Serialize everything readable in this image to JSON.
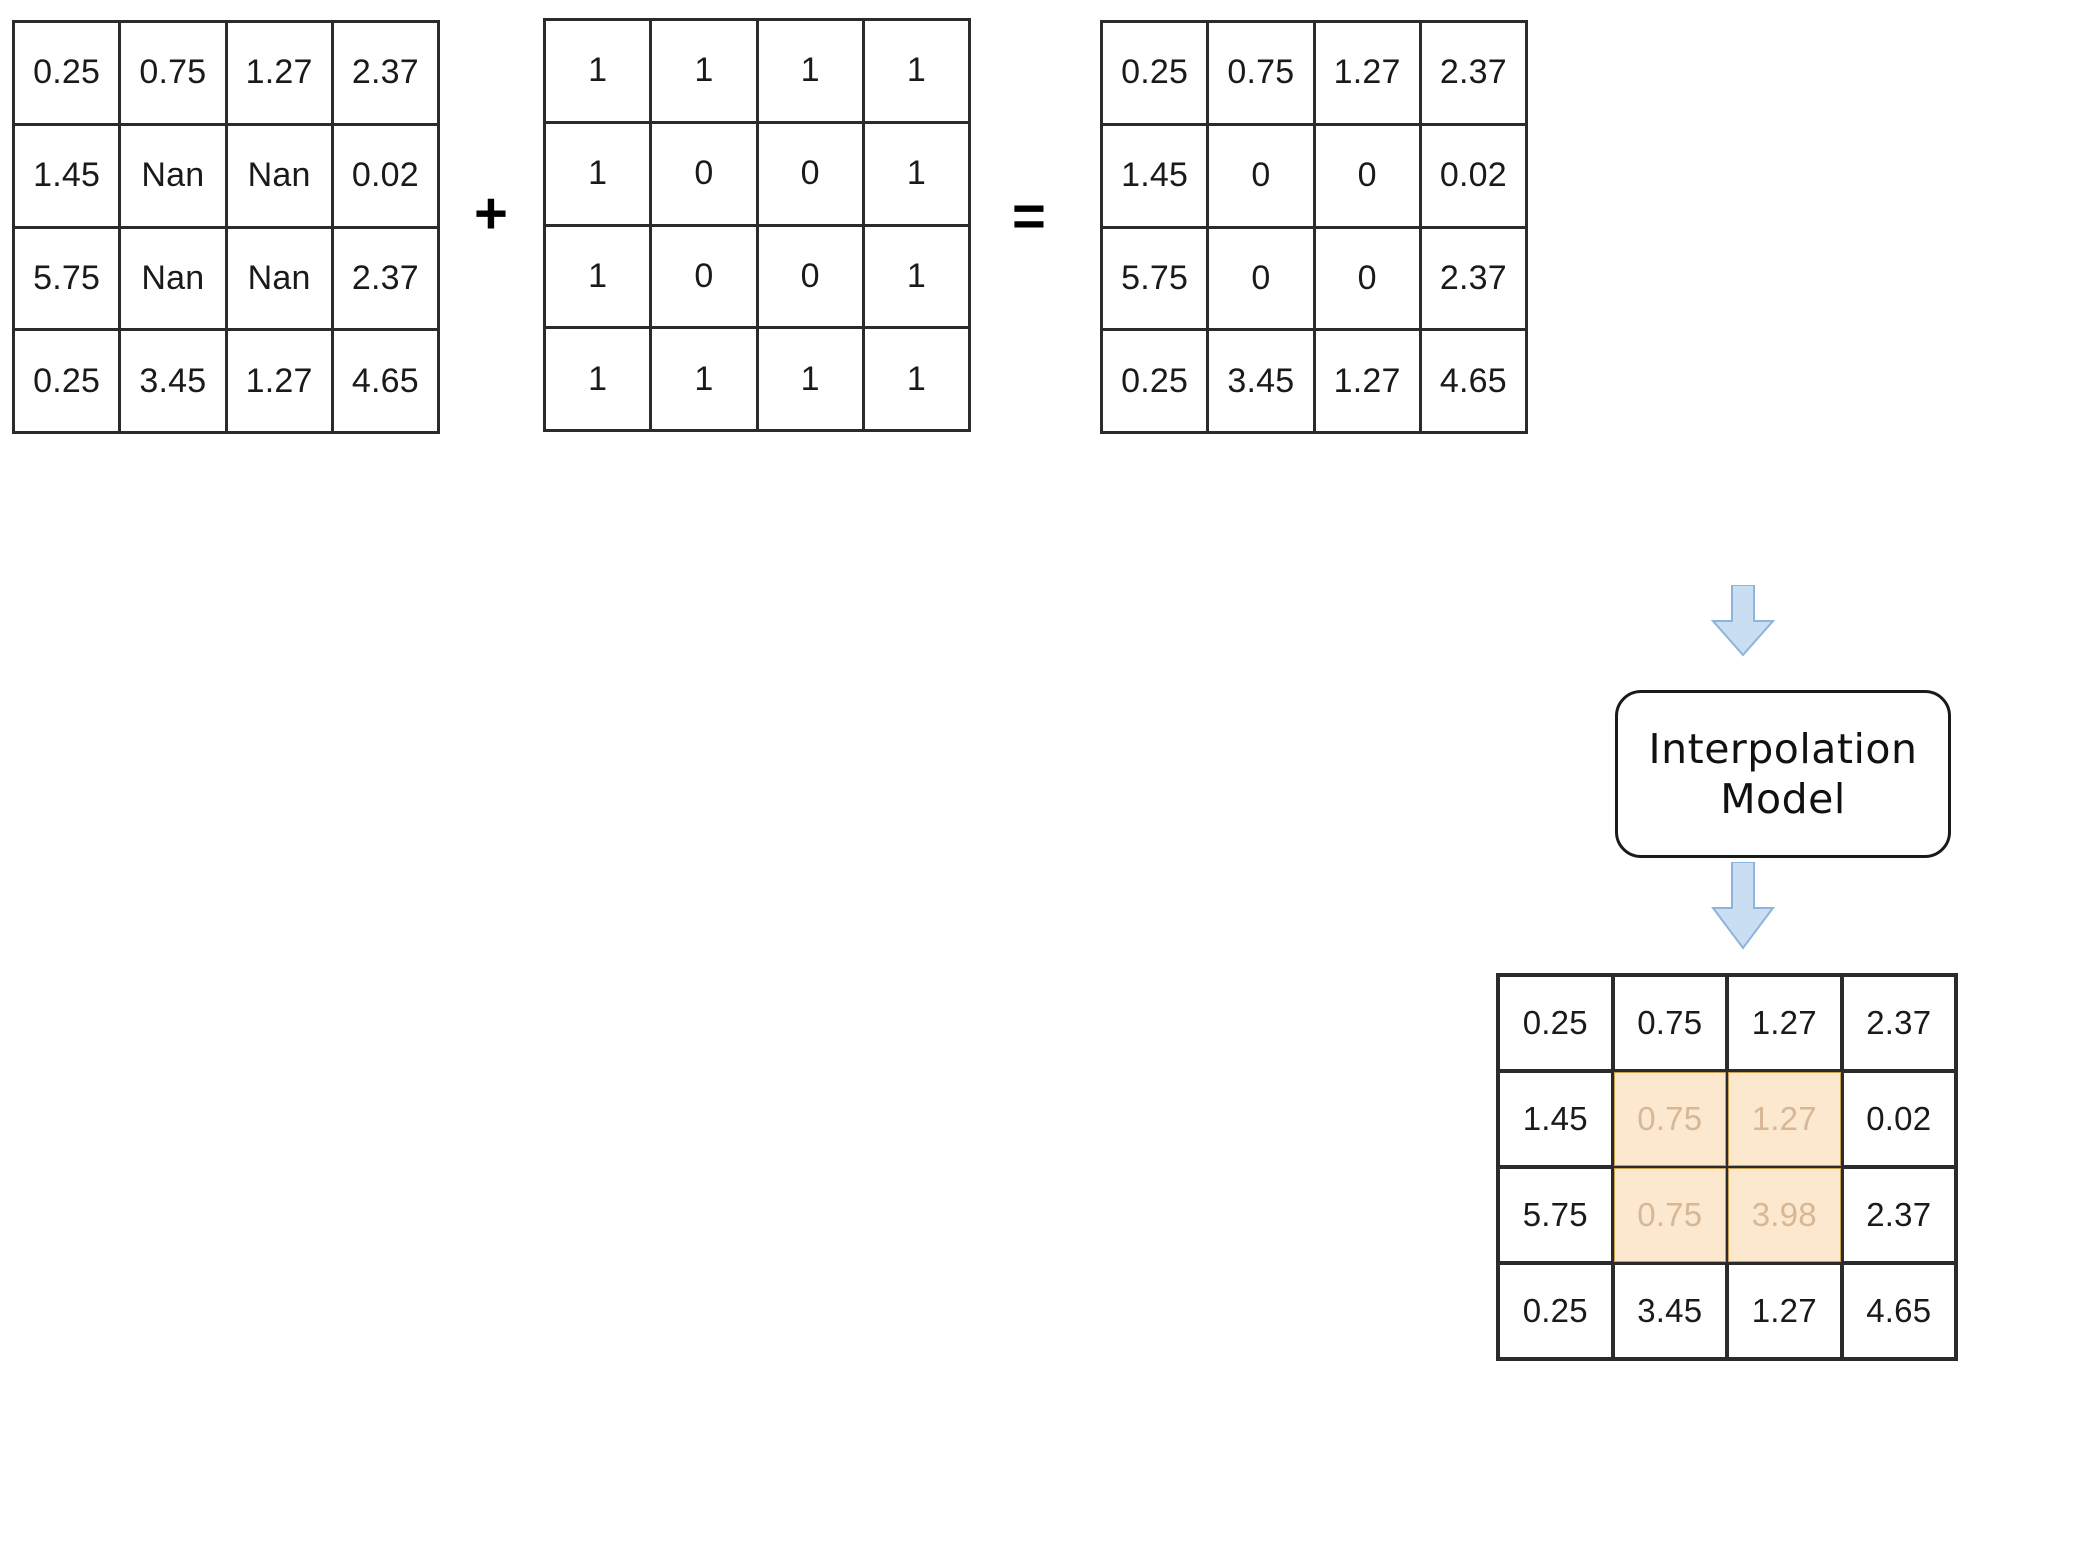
{
  "diagram": {
    "title": "Missing-value mask addition and interpolation model pipeline",
    "colors": {
      "grid_line": "#2b2b2b",
      "cell_text": "#1a1a1a",
      "filled_cell_background": "#fce8ce",
      "filled_cell_border": "#c9a04c",
      "filled_cell_text": "#d8b795",
      "arrow_fill": "#c9def2",
      "arrow_stroke": "#8fb4d9",
      "box_border": "#1a1a1a",
      "page_background": "#ffffff"
    }
  },
  "matrices": {
    "input": {
      "name": "input-matrix-with-nan",
      "rows": 4,
      "cols": 4,
      "values": [
        [
          "0.25",
          "0.75",
          "1.27",
          "2.37"
        ],
        [
          "1.45",
          "Nan",
          "Nan",
          "0.02"
        ],
        [
          "5.75",
          "Nan",
          "Nan",
          "2.37"
        ],
        [
          "0.25",
          "3.45",
          "1.27",
          "4.65"
        ]
      ]
    },
    "mask": {
      "name": "binary-mask-matrix",
      "rows": 4,
      "cols": 4,
      "values": [
        [
          "1",
          "1",
          "1",
          "1"
        ],
        [
          "1",
          "0",
          "0",
          "1"
        ],
        [
          "1",
          "0",
          "0",
          "1"
        ],
        [
          "1",
          "1",
          "1",
          "1"
        ]
      ]
    },
    "combined": {
      "name": "combined-matrix",
      "rows": 4,
      "cols": 4,
      "values": [
        [
          "0.25",
          "0.75",
          "1.27",
          "2.37"
        ],
        [
          "1.45",
          "0",
          "0",
          "0.02"
        ],
        [
          "5.75",
          "0",
          "0",
          "2.37"
        ],
        [
          "0.25",
          "3.45",
          "1.27",
          "4.65"
        ]
      ]
    },
    "output": {
      "name": "interpolated-output-matrix",
      "rows": 4,
      "cols": 4,
      "values": [
        [
          "0.25",
          "0.75",
          "1.27",
          "2.37"
        ],
        [
          "1.45",
          "0.75",
          "1.27",
          "0.02"
        ],
        [
          "5.75",
          "0.75",
          "3.98",
          "2.37"
        ],
        [
          "0.25",
          "3.45",
          "1.27",
          "4.65"
        ]
      ],
      "filled_cells": [
        [
          1,
          1
        ],
        [
          1,
          2
        ],
        [
          2,
          1
        ],
        [
          2,
          2
        ]
      ]
    }
  },
  "operators": {
    "plus": "+",
    "equals": "="
  },
  "model_box": {
    "label": "Interpolation\nModel"
  },
  "arrows": {
    "to_model": "down-arrow",
    "to_output": "down-arrow"
  }
}
